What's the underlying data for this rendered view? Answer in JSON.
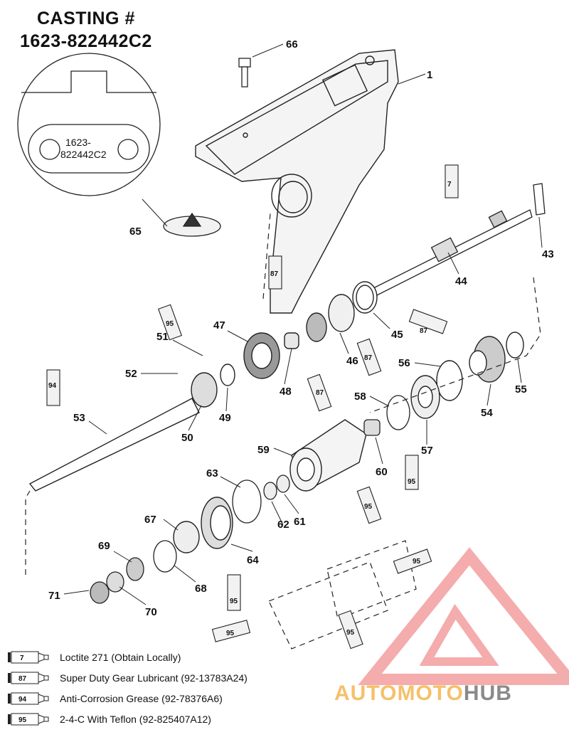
{
  "title": {
    "line1": "CASTING #",
    "line2": "1623-822442C2"
  },
  "inset": {
    "casting_number_line1": "1623-",
    "casting_number_line2": "822442C2"
  },
  "callouts": [
    "1",
    "7",
    "43",
    "44",
    "45",
    "46",
    "47",
    "48",
    "49",
    "50",
    "51",
    "52",
    "53",
    "54",
    "55",
    "56",
    "57",
    "58",
    "59",
    "60",
    "61",
    "62",
    "63",
    "64",
    "65",
    "66",
    "67",
    "68",
    "69",
    "70",
    "71"
  ],
  "tube_labels": [
    "7",
    "87",
    "95",
    "94",
    "87",
    "87",
    "87",
    "95",
    "95",
    "95",
    "95",
    "95",
    "95"
  ],
  "legend": [
    {
      "code": "7",
      "text": "Loctite 271 (Obtain Locally)"
    },
    {
      "code": "87",
      "text": "Super Duty Gear Lubricant (92-13783A24)"
    },
    {
      "code": "94",
      "text": "Anti-Corrosion Grease (92-78376A6)"
    },
    {
      "code": "95",
      "text": "2-4-C  With Teflon (92-825407A12)"
    }
  ],
  "watermark": {
    "part1": "AUTOMOTO",
    "part2": "HUB",
    "color1": "#f5c06a",
    "color2": "#8a8a8a",
    "triangle_color": "#f08a8a"
  }
}
